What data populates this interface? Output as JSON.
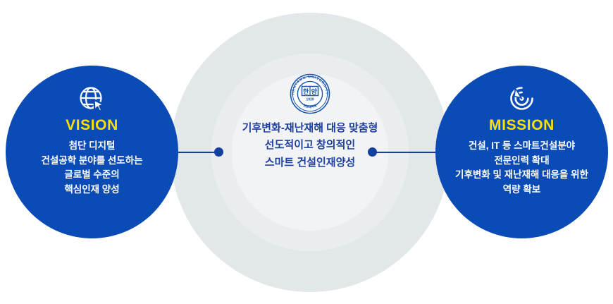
{
  "colors": {
    "brand_blue": "#0b4bb5",
    "accent_yellow": "#ffe000",
    "center_text_navy": "#1d3fa0",
    "ring_outer": "#e2e7ea",
    "ring_middle": "#eaedef",
    "ring_inner": "#f1f3f4",
    "connector": "#12409e",
    "background": "#ffffff"
  },
  "vision": {
    "icon": "globe-cursor-icon",
    "title": "VISION",
    "lines": [
      "첨단 디지털",
      "건설공학 분야를 선도하는",
      "글로벌 수준의",
      "핵심인재 양성"
    ]
  },
  "mission": {
    "icon": "target-arrow-icon",
    "title": "MISSION",
    "lines": [
      "건설, IT 등 스마트건설분야",
      "전문인력 확대",
      "기후변화 및 재난재해 대응을 위한",
      "역량 확보"
    ]
  },
  "center": {
    "emblem": "hanyang-university-seal-icon",
    "emblem_outer_text": "HANYANG UNIVERSITY",
    "emblem_korean_text": "한양",
    "emblem_year": "1939",
    "lines": [
      "기후변화-재난재해 대응 맞춤형",
      "선도적이고 창의적인",
      "스마트 건설인재양성"
    ]
  }
}
